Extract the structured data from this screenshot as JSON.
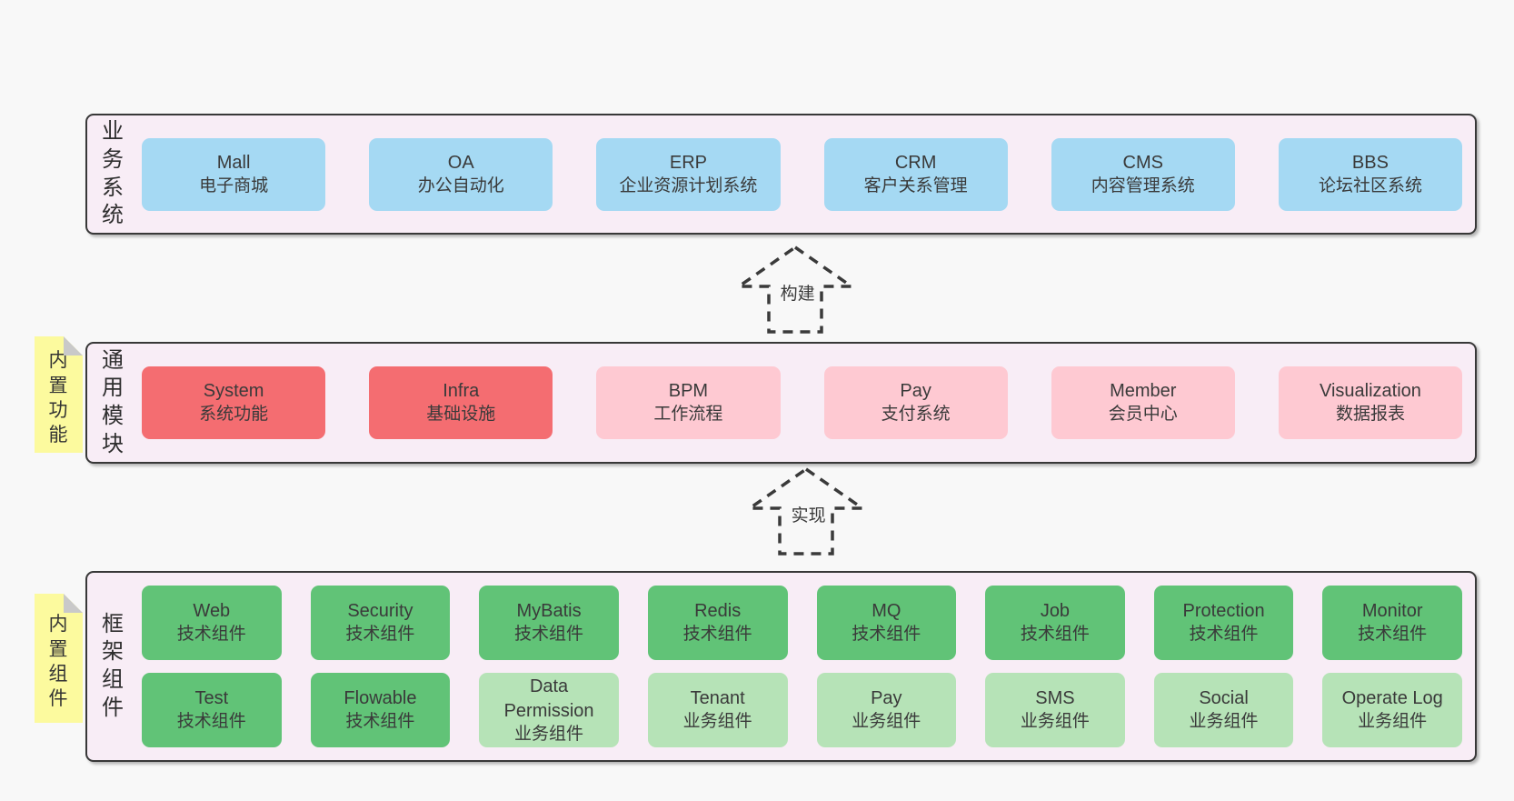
{
  "colors": {
    "page-bg": "#f8f8f8",
    "band-bg": "#f8edf6",
    "line": "#383838",
    "blue": "#a5d9f3",
    "red": "#f46d71",
    "pink": "#fec9d2",
    "green": "#61c377",
    "lightgreen": "#b6e3b7",
    "sticky": "#fcfa9e",
    "fold": "#c9c9c9"
  },
  "arrows": [
    {
      "label": "构建"
    },
    {
      "label": "实现"
    }
  ],
  "bands": [
    {
      "label": "业务系统",
      "boxes": [
        {
          "name": "Mall",
          "desc": "电子商城"
        },
        {
          "name": "OA",
          "desc": "办公自动化"
        },
        {
          "name": "ERP",
          "desc": "企业资源计划系统"
        },
        {
          "name": "CRM",
          "desc": "客户关系管理"
        },
        {
          "name": "CMS",
          "desc": "内容管理系统"
        },
        {
          "name": "BBS",
          "desc": "论坛社区系统"
        }
      ]
    },
    {
      "label": "通用模块",
      "sticky": "内置功能",
      "boxes": [
        {
          "name": "System",
          "desc": "系统功能"
        },
        {
          "name": "Infra",
          "desc": "基础设施"
        },
        {
          "name": "BPM",
          "desc": "工作流程"
        },
        {
          "name": "Pay",
          "desc": "支付系统"
        },
        {
          "name": "Member",
          "desc": "会员中心"
        },
        {
          "name": "Visualization",
          "desc": "数据报表"
        }
      ]
    },
    {
      "label": "框架组件",
      "sticky": "内置组件",
      "rows": [
        [
          {
            "name": "Web",
            "desc": "技术组件"
          },
          {
            "name": "Security",
            "desc": "技术组件"
          },
          {
            "name": "MyBatis",
            "desc": "技术组件"
          },
          {
            "name": "Redis",
            "desc": "技术组件"
          },
          {
            "name": "MQ",
            "desc": "技术组件"
          },
          {
            "name": "Job",
            "desc": "技术组件"
          },
          {
            "name": "Protection",
            "desc": "技术组件"
          },
          {
            "name": "Monitor",
            "desc": "技术组件"
          }
        ],
        [
          {
            "name": "Test",
            "desc": "技术组件"
          },
          {
            "name": "Flowable",
            "desc": "技术组件"
          },
          {
            "name": "Data Permission",
            "desc": "业务组件"
          },
          {
            "name": "Tenant",
            "desc": "业务组件"
          },
          {
            "name": "Pay",
            "desc": "业务组件"
          },
          {
            "name": "SMS",
            "desc": "业务组件"
          },
          {
            "name": "Social",
            "desc": "业务组件"
          },
          {
            "name": "Operate Log",
            "desc": "业务组件"
          }
        ]
      ]
    }
  ]
}
